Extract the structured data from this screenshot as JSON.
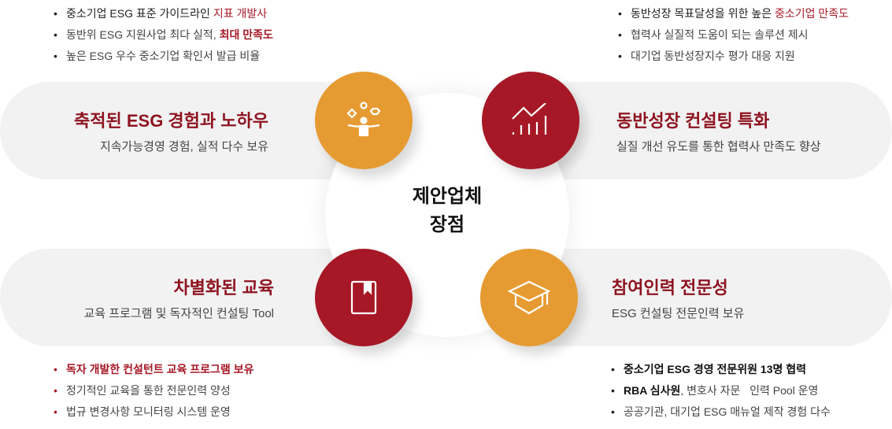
{
  "center": {
    "line1": "제안업체",
    "line2": "장점"
  },
  "top_left": {
    "title": "축적된 ESG 경험과 노하우",
    "subtitle": "지속가능경영 경험, 실적 다수 보유",
    "bullets": [
      {
        "text": "중소기업 ESG 표준 가이드라인 ",
        "highlight": "지표 개발사"
      },
      {
        "text": "동반위 ESG 지원사업 최다 실적, ",
        "highlight": "최대 만족도"
      },
      {
        "text": "높은 ESG 우수 중소기업 확인서 발급 비율"
      }
    ]
  },
  "top_right": {
    "title": "동반성장 컨설팅 특화",
    "subtitle": "실질 개선 유도를 통한 협력사 만족도 향상",
    "bullets": [
      {
        "text": "동반성장 목표달성을 위한 높은 ",
        "highlight": "중소기업 만족도"
      },
      {
        "text": "협력사 실질적 도움이 되는 솔루션 제시"
      },
      {
        "text": "대기업 동반성장지수 평가 대응 지원"
      }
    ]
  },
  "bottom_left": {
    "title": "차별화된 교육",
    "subtitle": "교육 프로그램 및 독자적인 컨설팅 Tool",
    "bullets": [
      {
        "highlight": "독자 개발한 컨설턴트 교육 프로그램 보유"
      },
      {
        "text": "정기적인 교육을 통한 전문인력 양성"
      },
      {
        "text": "법규 변경사항 모니터링 시스템 운영"
      }
    ]
  },
  "bottom_right": {
    "title": "참여인력 전문성",
    "subtitle": "ESG 컨설팅 전문인력 보유",
    "bullets": [
      {
        "bold": "중소기업 ESG 경영 전문위원 13명 협력"
      },
      {
        "bold": "RBA 심사원",
        "text": ", 변호사 자문   인력 Pool 운영"
      },
      {
        "text": "공공기관, 대기업 ESG 매뉴얼 제작 경험 다수"
      }
    ]
  },
  "colors": {
    "orange": "#e69b32",
    "red": "#a61826",
    "title_red": "#8e1420"
  }
}
